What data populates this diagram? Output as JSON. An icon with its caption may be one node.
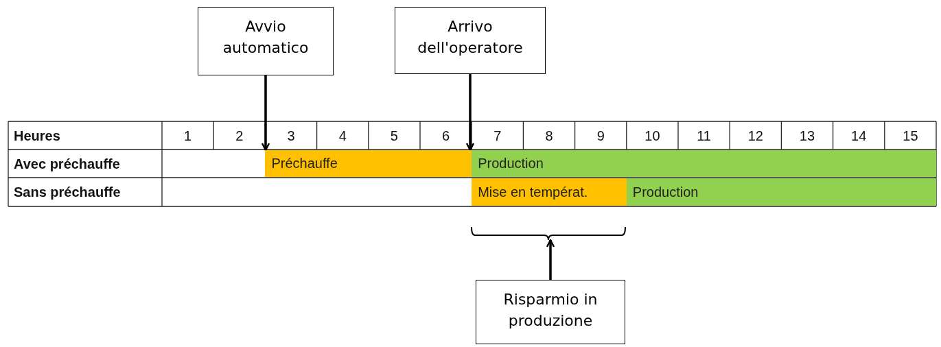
{
  "diagram": {
    "nodes": [
      {
        "text": [
          "Avvio automatico"
        ]
      },
      {
        "text": [
          "Arrivo dell'operatore"
        ]
      },
      {
        "text": [
          "Préchauffe"
        ]
      },
      {
        "text": [
          "Production"
        ]
      },
      {
        "text": [
          "Mise en températ."
        ]
      },
      {
        "text": [
          "Production"
        ]
      },
      {
        "text": [],
        "shape": "bracket"
      },
      {
        "text": [
          "Risparmio in produzione"
        ]
      }
    ],
    "edges": [
      {
        "from": 0,
        "to": 2,
        "arrow": "to"
      },
      {
        "from": 1,
        "to": 3,
        "arrow": "to"
      },
      {
        "from": 7,
        "to": 6,
        "arrow": "to"
      }
    ],
    "labels": [
      "Heures",
      "1",
      "2",
      "3",
      "4",
      "5",
      "6",
      "7",
      "8",
      "9",
      "10",
      "11",
      "12",
      "13",
      "14",
      "15",
      "Avec préchauffe",
      "Sans préchauffe"
    ]
  }
}
